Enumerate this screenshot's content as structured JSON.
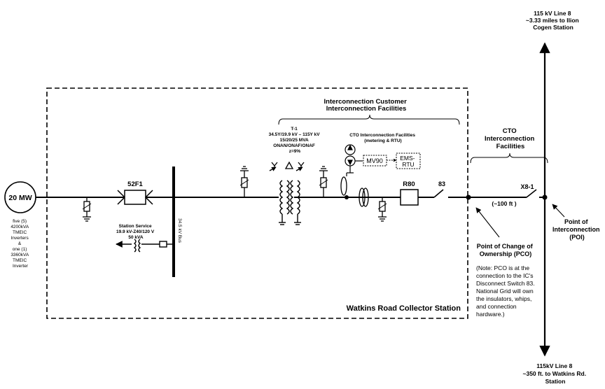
{
  "labels": {
    "line_top": [
      "115 kV Line 8",
      "~3.33 miles to Ilion",
      "Cogen Station"
    ],
    "line_bottom": [
      "115kV Line 8",
      "~350 ft. to Watkins Rd.",
      "Station"
    ],
    "ic_facilities": [
      "Interconnection Customer",
      "Interconnection  Facilities"
    ],
    "cto_facilities": [
      "CTO",
      "Interconnection",
      "Facilities"
    ],
    "generator": "20 MW",
    "inverters": [
      "five (5)",
      "4200kVA",
      "TMEIC",
      "Inverters",
      "&",
      "one (1)",
      "3360kVA",
      "TMEIC",
      "Inverter"
    ],
    "breaker_52f1": "52F1",
    "station_service": [
      "Station Service",
      "19.9 kV-Z40/120 V",
      "50 kVA"
    ],
    "bus": "34.5 kV Bus",
    "transformer": [
      "T-1",
      "34.5Y/19.9 kV – 115Y kV",
      "15/20/25 MVA",
      "ONAN/ONAF/ONAF",
      "z=9%"
    ],
    "cto_metering": [
      "CTO  Interconnection Facilities",
      "(metering & RTU)"
    ],
    "mv90": "MV90",
    "ems_rtu": [
      "EMS-",
      "RTU"
    ],
    "breaker_r80": "R80",
    "switch_83": "83",
    "switch_x81": "X8-1",
    "distance": "(~100 ft )",
    "pco": [
      "Point of Change of",
      "Ownership (PCO)"
    ],
    "poi": [
      "Point of",
      "Interconnection",
      "(POI)"
    ],
    "note": [
      "(Note: PCO is at the",
      "connection to the IC's",
      "Disconnect Switch 83.",
      "National Grid will own",
      "the insulators, whips,",
      "and connection",
      "hardware.)"
    ],
    "station_name": "Watkins Road Collector Station"
  }
}
